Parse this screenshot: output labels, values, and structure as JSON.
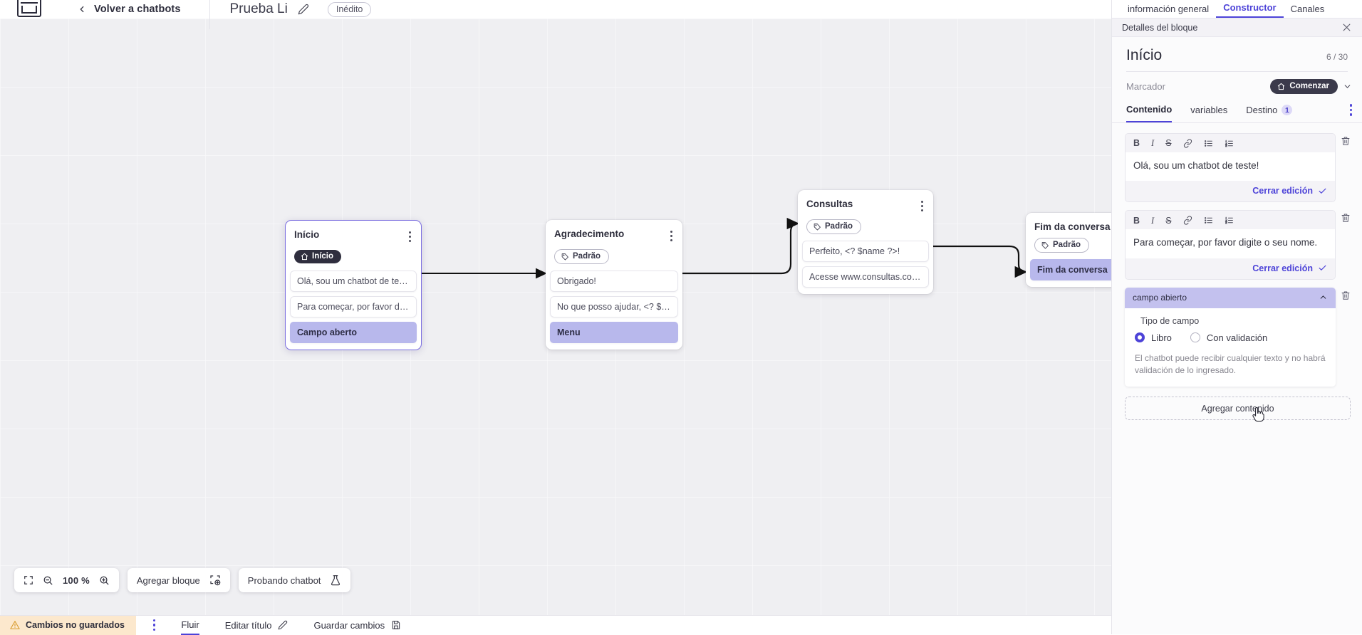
{
  "topbar": {
    "logo_name": "app-logo",
    "back_label": "Volver a chatbots",
    "bot_title": "Prueba Li",
    "status_badge": "Inédito"
  },
  "canvas": {
    "zoom_level": "100 %",
    "toolbar": {
      "fit_label": "fit-screen-icon",
      "zoom_out_label": "zoom-out-icon",
      "zoom_in_label": "zoom-in-icon",
      "add_block_label": "Agregar bloque",
      "test_chatbot_label": "Probando chatbot"
    },
    "nodes": [
      {
        "id": "inicio",
        "title": "Início",
        "tag": "Início",
        "tag_type": "start",
        "selected": true,
        "rows": [
          {
            "text": "Olá, sou um chatbot de teste!",
            "type": "message"
          },
          {
            "text": "Para começar, por favor digite o ...",
            "type": "message"
          },
          {
            "text": "Campo aberto",
            "type": "field"
          }
        ]
      },
      {
        "id": "agradecimento",
        "title": "Agradecimento",
        "tag": "Padrão",
        "tag_type": "default",
        "selected": false,
        "rows": [
          {
            "text": "Obrigado!",
            "type": "message"
          },
          {
            "text": "No que posso ajudar, <? $name ...",
            "type": "message"
          },
          {
            "text": "Menu",
            "type": "field"
          }
        ]
      },
      {
        "id": "consultas",
        "title": "Consultas",
        "tag": "Padrão",
        "tag_type": "default",
        "selected": false,
        "rows": [
          {
            "text": "Perfeito, <? $name ?>!",
            "type": "message"
          },
          {
            "text": "Acesse www.consultas.com par...",
            "type": "message"
          }
        ]
      },
      {
        "id": "fim",
        "title": "Fim da conversa",
        "tag": "Padrão",
        "tag_type": "default",
        "selected": false,
        "rows": [
          {
            "text": "Fim da conversa",
            "type": "field"
          }
        ]
      }
    ]
  },
  "right_panel": {
    "tabs": [
      {
        "label": "información general",
        "active": false
      },
      {
        "label": "Constructor",
        "active": true
      },
      {
        "label": "Canales",
        "active": false
      }
    ],
    "subheader_title": "Detalles del bloque",
    "block_title": "Início",
    "block_count": "6 / 30",
    "marker_label": "Marcador",
    "marker_chip": "Comenzar",
    "inner_tabs": [
      {
        "label": "Contenido",
        "active": true,
        "badge": ""
      },
      {
        "label": "variables",
        "active": false,
        "badge": ""
      },
      {
        "label": "Destino",
        "active": false,
        "badge": "1"
      }
    ],
    "editors": [
      {
        "toolbar": [
          "B",
          "I",
          "S",
          "link-icon",
          "bullet-list-icon",
          "numbered-list-icon"
        ],
        "text": "Olá, sou um chatbot de teste!",
        "close_label": "Cerrar edición"
      },
      {
        "toolbar": [
          "B",
          "I",
          "S",
          "link-icon",
          "bullet-list-icon",
          "numbered-list-icon"
        ],
        "text": "Para começar, por favor digite o seu nome.",
        "close_label": "Cerrar edición"
      }
    ],
    "field_block": {
      "header": "campo abierto",
      "type_label": "Tipo de campo",
      "options": [
        {
          "label": "Libro",
          "selected": true
        },
        {
          "label": "Con validación",
          "selected": false
        }
      ],
      "hint": "El chatbot puede recibir cualquier texto y no habrá validación de lo ingresado."
    },
    "add_content_label": "Agregar contenido"
  },
  "bottombar": {
    "unsaved_label": "Cambios no guardados",
    "items": [
      {
        "label": "Fluir",
        "active": true,
        "icon": ""
      },
      {
        "label": "Editar título",
        "active": false,
        "icon": "pencil-icon"
      },
      {
        "label": "Guardar cambios",
        "active": false,
        "icon": "save-icon"
      }
    ]
  },
  "colors": {
    "accent": "#4d43d8",
    "field_row": "#b8b8ec",
    "warning_bg": "#fce8cd",
    "canvas_bg": "#eceaee",
    "dark_chip": "#3b3a4b"
  }
}
